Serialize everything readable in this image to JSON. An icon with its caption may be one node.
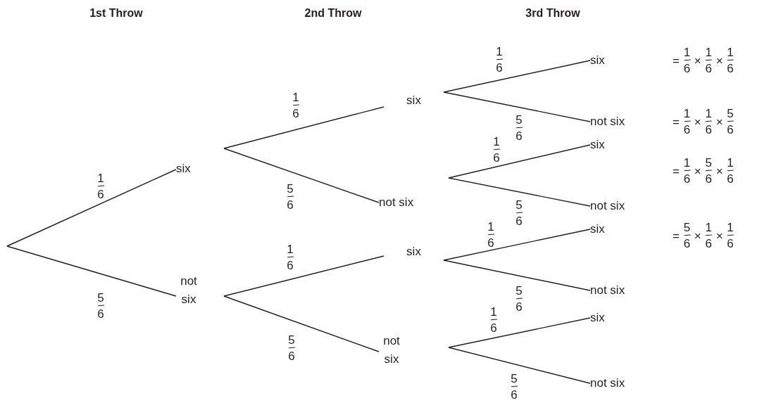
{
  "diagram": {
    "nodes": [
      {
        "text": [
          "six"
        ]
      },
      {
        "text": [
          "not six"
        ]
      },
      {
        "text": [
          "six"
        ]
      },
      {
        "text": [
          "not six"
        ]
      },
      {
        "text": [
          "six"
        ]
      },
      {
        "text": [
          "not six"
        ]
      },
      {
        "text": [
          "six"
        ]
      },
      {
        "text": [
          "not six"
        ]
      },
      {
        "text": [
          "six"
        ]
      },
      {
        "text": [
          "not six"
        ]
      },
      {
        "text": [
          "six"
        ]
      },
      {
        "text": [
          "not six"
        ]
      },
      {
        "text": [
          "six"
        ]
      },
      {
        "text": [
          "not six"
        ]
      }
    ],
    "edges": [
      {
        "from": null,
        "to": 0,
        "arrow": "none",
        "label": "1/6"
      },
      {
        "from": null,
        "to": 1,
        "arrow": "none",
        "label": "5/6"
      },
      {
        "from": 0,
        "to": 2,
        "arrow": "none",
        "label": "1/6"
      },
      {
        "from": 0,
        "to": 3,
        "arrow": "none",
        "label": "5/6"
      },
      {
        "from": 1,
        "to": 4,
        "arrow": "none",
        "label": "1/6"
      },
      {
        "from": 1,
        "to": 5,
        "arrow": "none",
        "label": "5/6"
      },
      {
        "from": 2,
        "to": 6,
        "arrow": "none",
        "label": "1/6"
      },
      {
        "from": 2,
        "to": 7,
        "arrow": "none",
        "label": "5/6"
      },
      {
        "from": 3,
        "to": 8,
        "arrow": "none",
        "label": "1/6"
      },
      {
        "from": 3,
        "to": 9,
        "arrow": "none",
        "label": "5/6"
      },
      {
        "from": 4,
        "to": 10,
        "arrow": "none",
        "label": "1/6"
      },
      {
        "from": 4,
        "to": 11,
        "arrow": "none",
        "label": "5/6"
      },
      {
        "from": 5,
        "to": 12,
        "arrow": "none",
        "label": "1/6"
      },
      {
        "from": 5,
        "to": 13,
        "arrow": "none",
        "label": "5/6"
      }
    ],
    "labels": [
      "1st Throw",
      "2nd Throw",
      "3rd Throw",
      "= 1/6 × 1/6 × 1/6",
      "= 1/6 × 1/6 × 5/6",
      "= 1/6 × 5/6 × 1/6",
      "= 5/6 × 1/6 × 1/6"
    ]
  }
}
